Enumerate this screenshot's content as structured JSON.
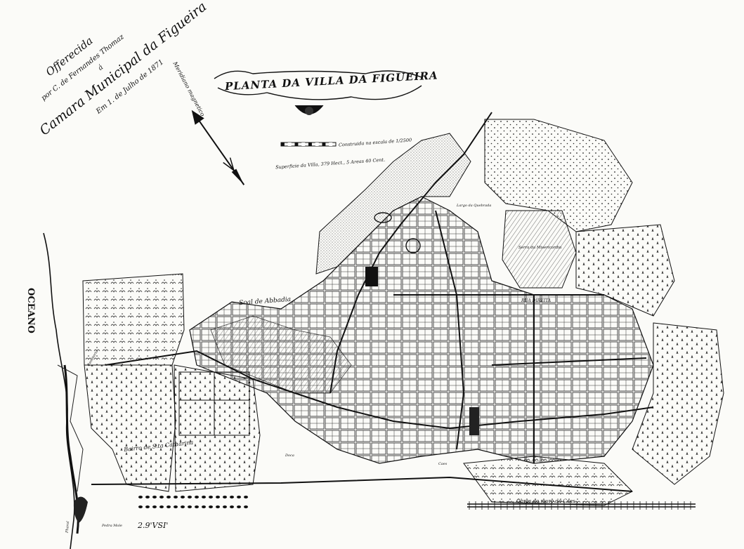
{
  "map": {
    "title": "PLANTA DA VILLA DA FIGUEIRA",
    "dedication_lines": [
      "Offerecida",
      "por C. de Fernandes Thomaz",
      "á",
      "Camara Municipal da Figueira",
      "Em 1. de Julho de 1871"
    ],
    "north_note": "Meridiano magnetico",
    "scale_note": "Construida na escala de 1/2500",
    "surface_note": "Superficie da Villa, 379 Hect., 5 Areas 40 Cent.",
    "ocean_label": "OCEANO",
    "places": {
      "soal": "Soal de Abbadia",
      "bairro": "Bairro de S.ta Catharina",
      "rua_direita": "RUA DIREITA",
      "serra": "Serra da Misericordia",
      "largo_quebrada": "Largo da Quebrada",
      "cemiterio": "Cemiterio",
      "obras": "Obras do muro do Caes",
      "caes": "Caes",
      "doca": "Doca",
      "farol": "Pharol",
      "praia": "Pedra Mole",
      "bottom_scrawl": "2.9'VSI'"
    }
  }
}
